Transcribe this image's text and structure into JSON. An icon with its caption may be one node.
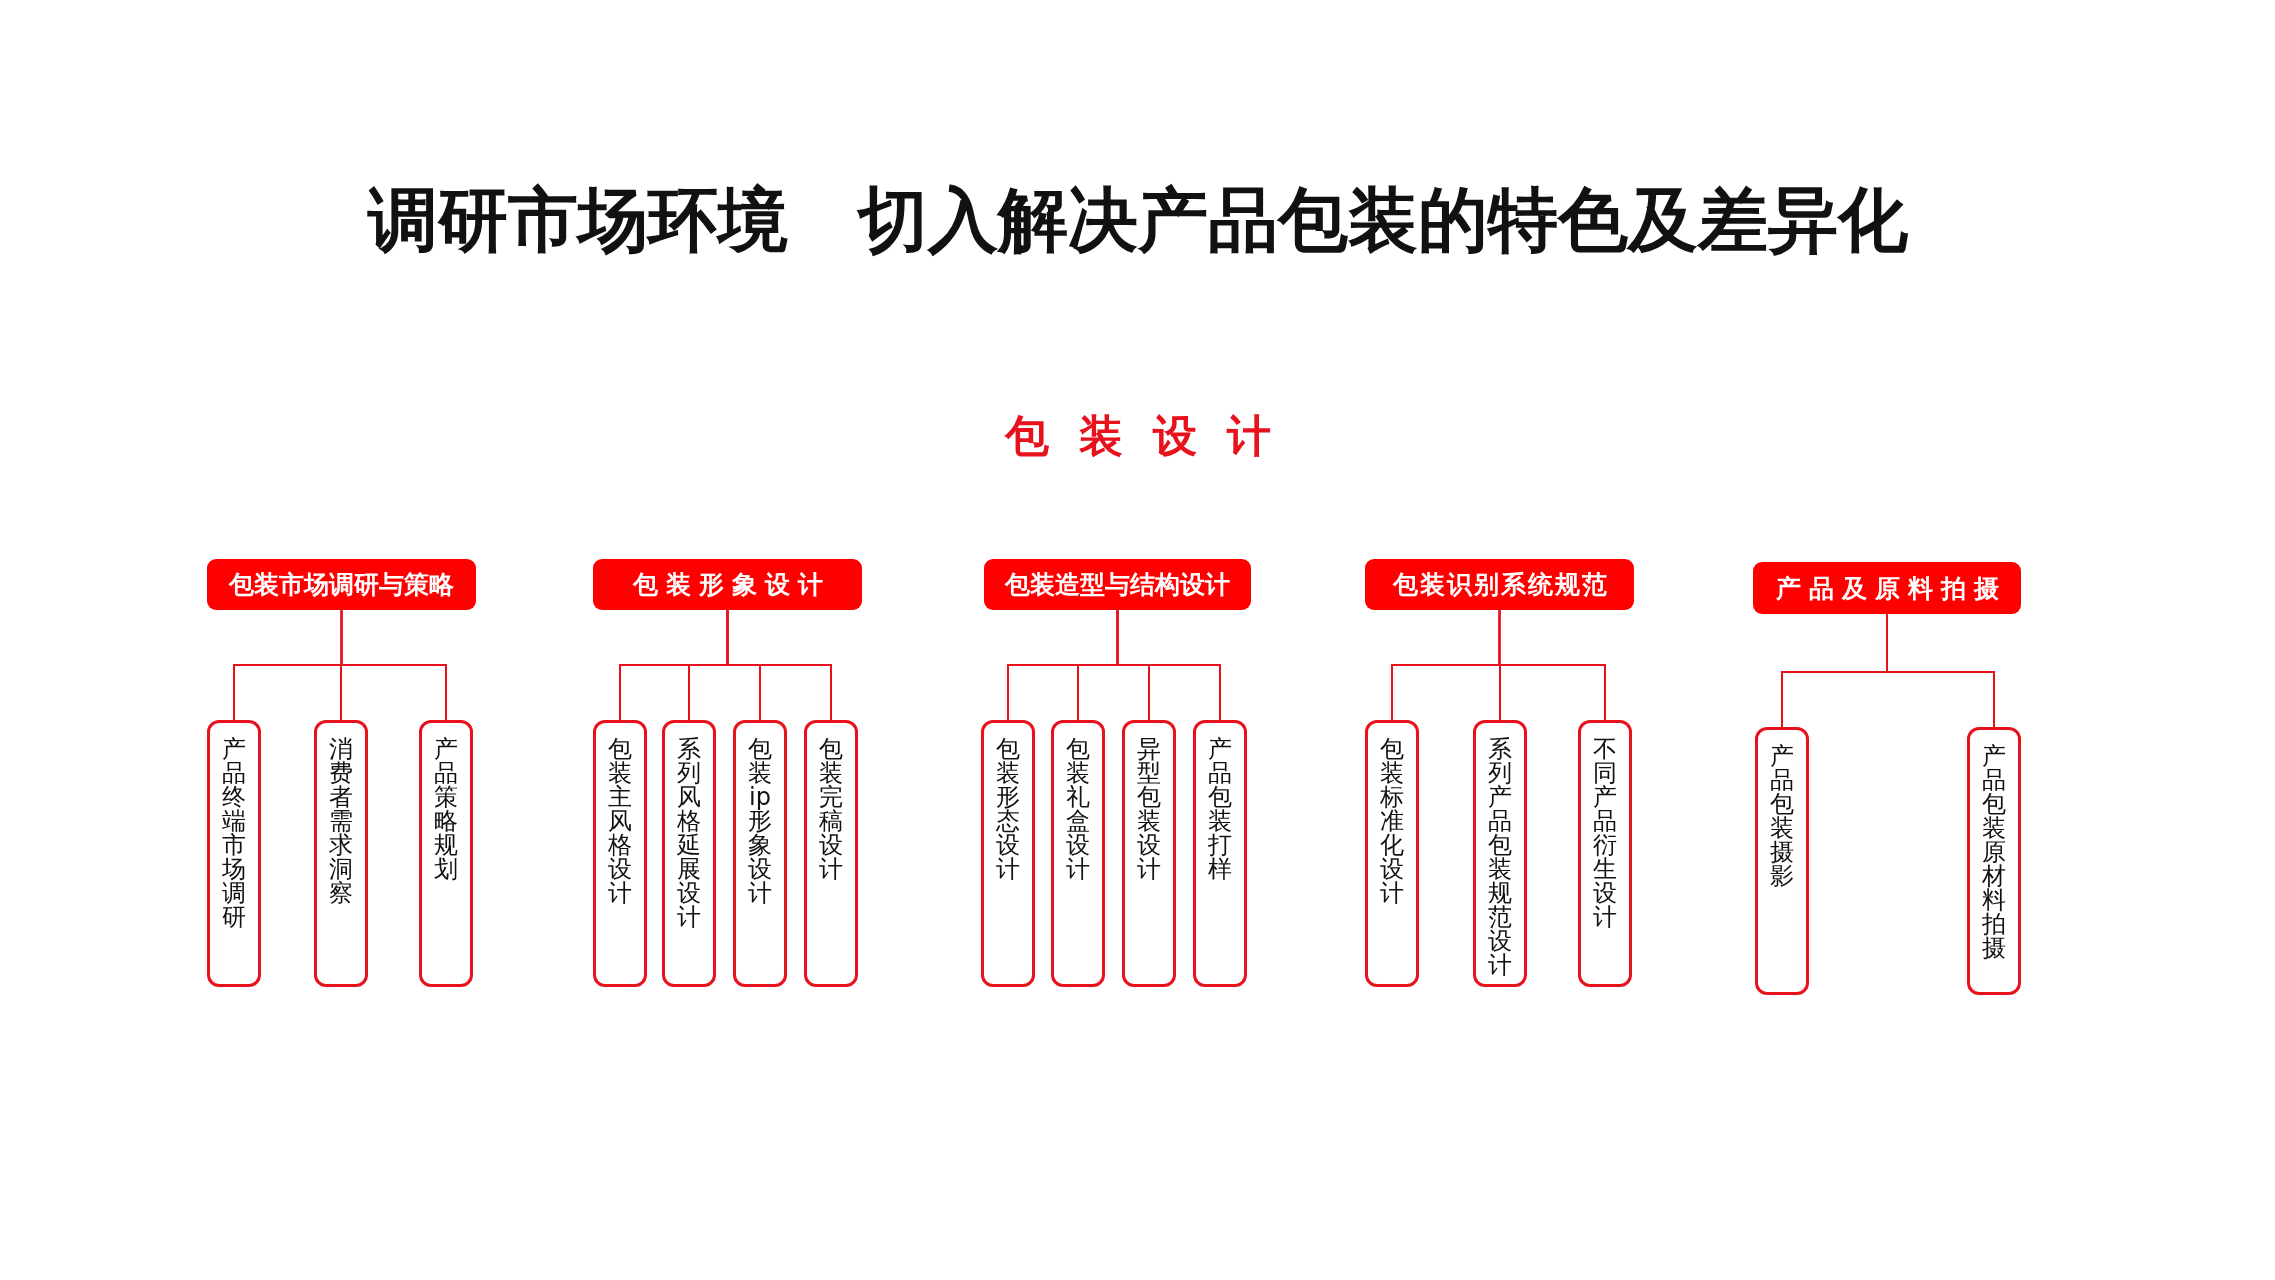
{
  "diagram": {
    "title": "调研市场环境　切入解决产品包装的特色及差异化",
    "nodes": [
      {
        "text": [
          "包装市场调研与策略"
        ]
      },
      {
        "text": [
          "产品终端市场调研"
        ]
      },
      {
        "text": [
          "消费者需求洞察"
        ]
      },
      {
        "text": [
          "产品策略规划"
        ]
      },
      {
        "text": [
          "包装形象设计"
        ]
      },
      {
        "text": [
          "包装主风格设计"
        ]
      },
      {
        "text": [
          "系列风格延展设计"
        ]
      },
      {
        "text": [
          "包装ip形象设计"
        ]
      },
      {
        "text": [
          "包装完稿设计"
        ]
      },
      {
        "text": [
          "包装造型与结构设计"
        ]
      },
      {
        "text": [
          "包装形态设计"
        ]
      },
      {
        "text": [
          "包装礼盒设计"
        ]
      },
      {
        "text": [
          "异型包装设计"
        ]
      },
      {
        "text": [
          "产品包装打样"
        ]
      },
      {
        "text": [
          "包装识别系统规范"
        ]
      },
      {
        "text": [
          "包装标准化设计"
        ]
      },
      {
        "text": [
          "系列产品包装规范设计"
        ]
      },
      {
        "text": [
          "不同产品衍生设计"
        ]
      },
      {
        "text": [
          "产品及原料拍摄"
        ]
      },
      {
        "text": [
          "产品包装摄影"
        ]
      },
      {
        "text": [
          "产品包装原材料拍摄"
        ]
      }
    ],
    "edges": [
      {
        "from": 0,
        "to": 1,
        "arrow": "none"
      },
      {
        "from": 0,
        "to": 2,
        "arrow": "none"
      },
      {
        "from": 0,
        "to": 3,
        "arrow": "none"
      },
      {
        "from": 4,
        "to": 5,
        "arrow": "none"
      },
      {
        "from": 4,
        "to": 6,
        "arrow": "none"
      },
      {
        "from": 4,
        "to": 7,
        "arrow": "none"
      },
      {
        "from": 4,
        "to": 8,
        "arrow": "none"
      },
      {
        "from": 9,
        "to": 10,
        "arrow": "none"
      },
      {
        "from": 9,
        "to": 11,
        "arrow": "none"
      },
      {
        "from": 9,
        "to": 12,
        "arrow": "none"
      },
      {
        "from": 9,
        "to": 13,
        "arrow": "none"
      },
      {
        "from": 14,
        "to": 15,
        "arrow": "none"
      },
      {
        "from": 14,
        "to": 16,
        "arrow": "none"
      },
      {
        "from": 14,
        "to": 17,
        "arrow": "none"
      },
      {
        "from": 18,
        "to": 19,
        "arrow": "none"
      },
      {
        "from": 18,
        "to": 20,
        "arrow": "none"
      }
    ],
    "labels": [
      "包装设计"
    ]
  }
}
